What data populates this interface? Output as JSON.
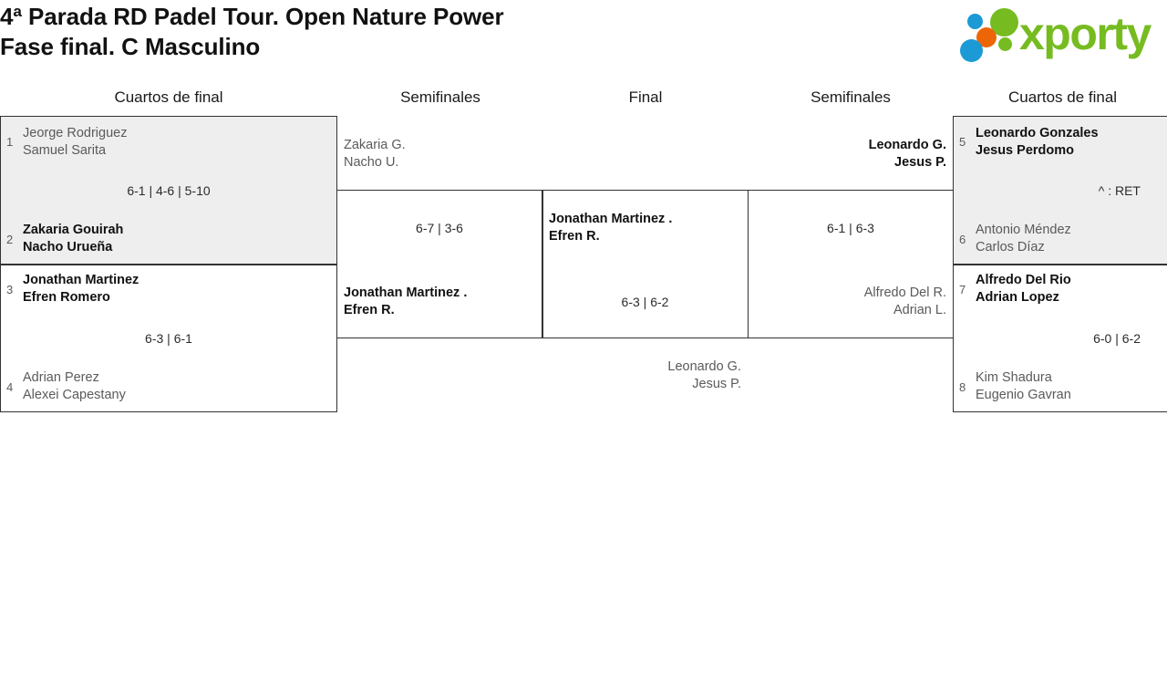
{
  "header": {
    "title_line1": "4ª Parada RD Padel Tour. Open Nature Power",
    "title_line2": "Fase final. C Masculino",
    "logo_text": "xporty",
    "logo_colors": {
      "green": "#76bc21",
      "blue": "#1b9ad6",
      "orange": "#ec6608"
    }
  },
  "rounds": [
    {
      "label": "Cuartos de final"
    },
    {
      "label": "Semifinales"
    },
    {
      "label": "Final"
    },
    {
      "label": "Semifinales"
    },
    {
      "label": "Cuartos de final"
    }
  ],
  "bracket": {
    "left": {
      "quarterfinals": [
        {
          "score": "6-1 | 4-6 | 5-10",
          "teams": [
            {
              "seed": "1",
              "p1": "Jeorge Rodriguez",
              "p2": "Samuel Sarita",
              "result": "loser"
            },
            {
              "seed": "2",
              "p1": "Zakaria Gouirah",
              "p2": "Nacho Urueña",
              "result": "winner"
            }
          ]
        },
        {
          "score": "6-3 | 6-1",
          "teams": [
            {
              "seed": "3",
              "p1": "Jonathan Martinez",
              "p2": "Efren Romero",
              "result": "winner"
            },
            {
              "seed": "4",
              "p1": "Adrian Perez",
              "p2": "Alexei Capestany",
              "result": "loser"
            }
          ]
        }
      ],
      "semifinal": {
        "score": "6-7 | 3-6",
        "teams": [
          {
            "p1": "Zakaria G.",
            "p2": "Nacho U.",
            "result": "loser"
          },
          {
            "p1": "Jonathan Martinez .",
            "p2": "Efren R.",
            "result": "winner"
          }
        ]
      }
    },
    "final": {
      "score": "6-3 | 6-2",
      "teams": [
        {
          "p1": "Jonathan Martinez .",
          "p2": "Efren R.",
          "result": "winner"
        },
        {
          "p1": "Leonardo G.",
          "p2": "Jesus P.",
          "result": "loser"
        }
      ]
    },
    "right": {
      "semifinal": {
        "score": "6-1 | 6-3",
        "teams": [
          {
            "p1": "Leonardo G.",
            "p2": "Jesus P.",
            "result": "winner"
          },
          {
            "p1": "Alfredo Del R.",
            "p2": "Adrian L.",
            "result": "loser"
          }
        ]
      },
      "quarterfinals": [
        {
          "score": "^ : RET",
          "teams": [
            {
              "seed": "5",
              "p1": "Leonardo Gonzales",
              "p2": "Jesus Perdomo",
              "result": "winner"
            },
            {
              "seed": "6",
              "p1": "Antonio Méndez",
              "p2": "Carlos Díaz",
              "result": "loser"
            }
          ]
        },
        {
          "score": "6-0 | 6-2",
          "teams": [
            {
              "seed": "7",
              "p1": "Alfredo Del Rio",
              "p2": "Adrian Lopez",
              "result": "winner"
            },
            {
              "seed": "8",
              "p1": "Kim Shadura",
              "p2": "Eugenio Gavran",
              "result": "loser"
            }
          ]
        }
      ]
    }
  }
}
